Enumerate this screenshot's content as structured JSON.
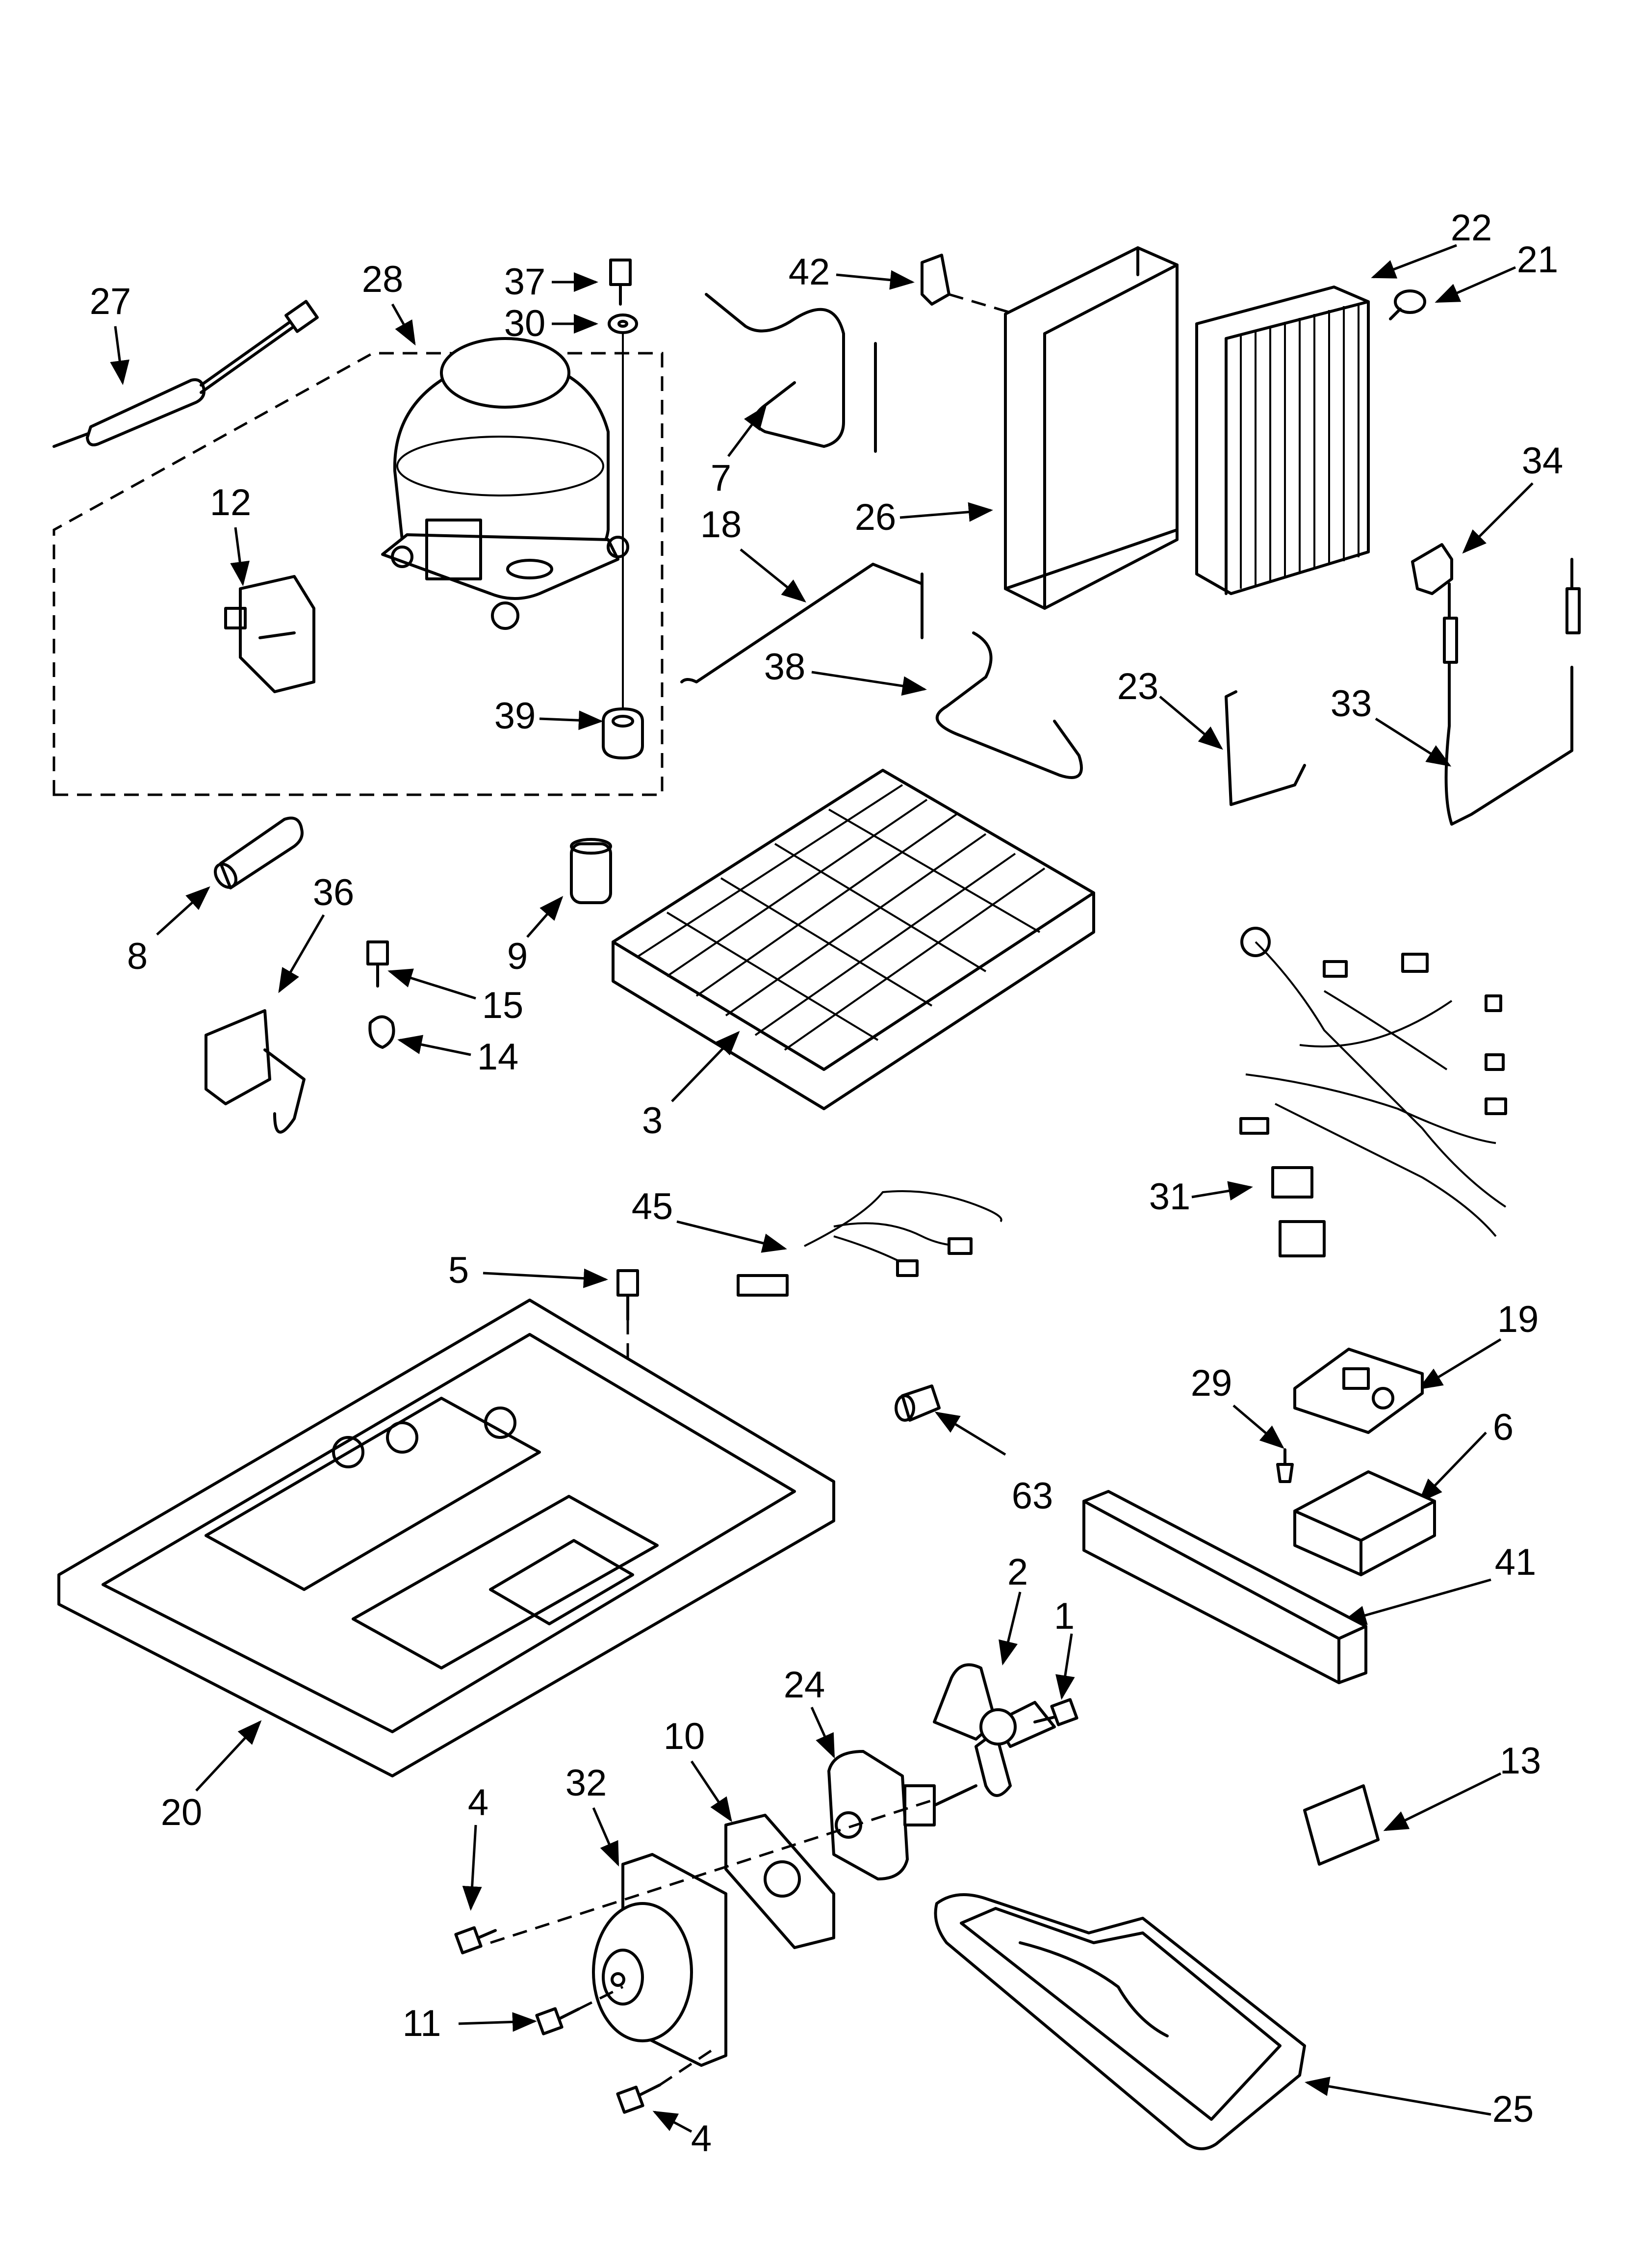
{
  "callouts": [
    {
      "id": "c1",
      "label": "1"
    },
    {
      "id": "c2",
      "label": "2"
    },
    {
      "id": "c3",
      "label": "3"
    },
    {
      "id": "c4a",
      "label": "4"
    },
    {
      "id": "c4b",
      "label": "4"
    },
    {
      "id": "c5",
      "label": "5"
    },
    {
      "id": "c6",
      "label": "6"
    },
    {
      "id": "c7",
      "label": "7"
    },
    {
      "id": "c8",
      "label": "8"
    },
    {
      "id": "c9",
      "label": "9"
    },
    {
      "id": "c10",
      "label": "10"
    },
    {
      "id": "c11",
      "label": "11"
    },
    {
      "id": "c12",
      "label": "12"
    },
    {
      "id": "c13",
      "label": "13"
    },
    {
      "id": "c14",
      "label": "14"
    },
    {
      "id": "c15",
      "label": "15"
    },
    {
      "id": "c18",
      "label": "18"
    },
    {
      "id": "c19",
      "label": "19"
    },
    {
      "id": "c20",
      "label": "20"
    },
    {
      "id": "c21",
      "label": "21"
    },
    {
      "id": "c22",
      "label": "22"
    },
    {
      "id": "c23",
      "label": "23"
    },
    {
      "id": "c24",
      "label": "24"
    },
    {
      "id": "c25",
      "label": "25"
    },
    {
      "id": "c26",
      "label": "26"
    },
    {
      "id": "c27",
      "label": "27"
    },
    {
      "id": "c28",
      "label": "28"
    },
    {
      "id": "c29",
      "label": "29"
    },
    {
      "id": "c30",
      "label": "30"
    },
    {
      "id": "c31",
      "label": "31"
    },
    {
      "id": "c32",
      "label": "32"
    },
    {
      "id": "c33",
      "label": "33"
    },
    {
      "id": "c34",
      "label": "34"
    },
    {
      "id": "c36",
      "label": "36"
    },
    {
      "id": "c37",
      "label": "37"
    },
    {
      "id": "c38",
      "label": "38"
    },
    {
      "id": "c39",
      "label": "39"
    },
    {
      "id": "c41",
      "label": "41"
    },
    {
      "id": "c42",
      "label": "42"
    },
    {
      "id": "c45",
      "label": "45"
    },
    {
      "id": "c63",
      "label": "63"
    }
  ]
}
